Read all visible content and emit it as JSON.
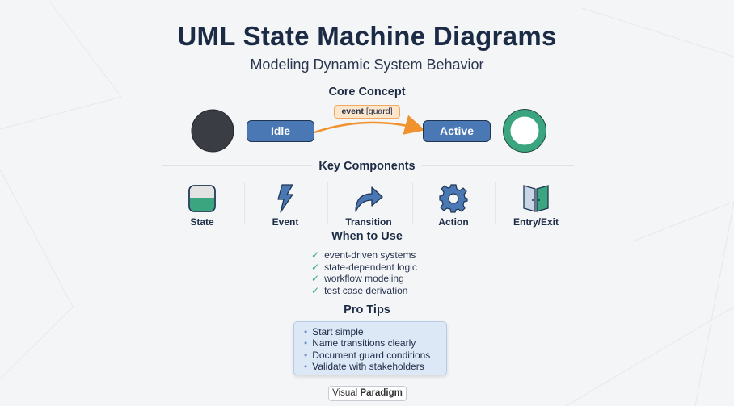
{
  "title": "UML State Machine Diagrams",
  "subtitle": "Modeling Dynamic System Behavior",
  "core_concept": {
    "heading": "Core Concept",
    "states": [
      "Idle",
      "Active"
    ],
    "transition": {
      "event": "event",
      "guard": "[guard]"
    },
    "colors": {
      "initial": "#3a3d44",
      "state": "#4a78b5",
      "final": "#3aa57f",
      "arrow": "#f0922e"
    }
  },
  "key_components": {
    "heading": "Key Components",
    "items": [
      {
        "label": "State",
        "icon": "state-icon"
      },
      {
        "label": "Event",
        "icon": "lightning-icon"
      },
      {
        "label": "Transition",
        "icon": "curved-arrow-icon"
      },
      {
        "label": "Action",
        "icon": "gear-icon"
      },
      {
        "label": "Entry/Exit",
        "icon": "door-icon"
      }
    ]
  },
  "when_to_use": {
    "heading": "When to Use",
    "items": [
      "event-driven systems",
      "state-dependent logic",
      "workflow modeling",
      "test case derivation"
    ]
  },
  "pro_tips": {
    "heading": "Pro Tips",
    "items": [
      "Start simple",
      "Name transitions clearly",
      "Document guard conditions",
      "Validate with stakeholders"
    ]
  },
  "footer": {
    "brand_light": "Visual",
    "brand_bold": "Paradigm"
  }
}
